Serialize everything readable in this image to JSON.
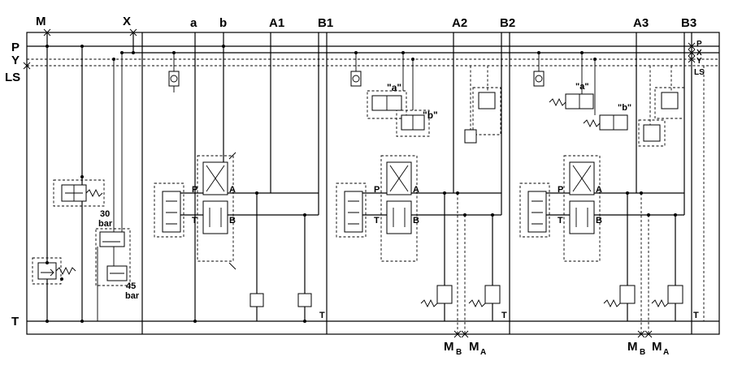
{
  "labels": {
    "left": {
      "M": "M",
      "X": "X",
      "P": "P",
      "Y": "Y",
      "LS": "LS",
      "T": "T"
    },
    "right": {
      "P": "P",
      "X": "X",
      "Y": "Y",
      "LS": "LS"
    },
    "top": {
      "a": "a",
      "b": "b",
      "A1": "A1",
      "B1": "B1",
      "A2": "A2",
      "B2": "B2",
      "A3": "A3",
      "B3": "B3"
    },
    "pressure": {
      "p30": "30",
      "p30_unit": "bar",
      "p45": "45",
      "p45_unit": "bar"
    },
    "sections": [
      {
        "P": "P",
        "T": "T",
        "A": "A",
        "B": "B",
        "tank": "T"
      },
      {
        "P": "P",
        "T": "T",
        "A": "A",
        "B": "B",
        "tank": "T",
        "qa": "\"a\"",
        "qb": "\"b\""
      },
      {
        "P": "P",
        "T": "T",
        "A": "A",
        "B": "B",
        "tank": "T",
        "qa": "\"a\"",
        "qb": "\"b\""
      }
    ],
    "gauge": [
      {
        "M": "M",
        "B": "B",
        "MA": "M",
        "A": "A"
      },
      {
        "M": "M",
        "B": "B",
        "MA": "M",
        "A": "A"
      }
    ]
  }
}
